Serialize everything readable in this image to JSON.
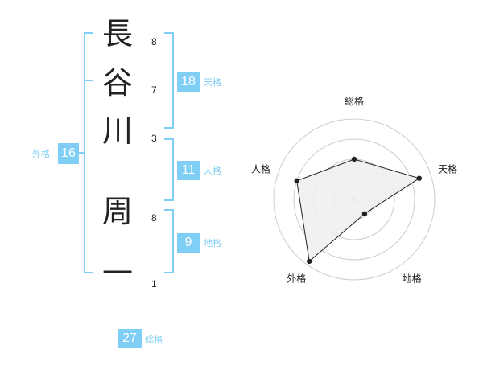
{
  "name": {
    "characters": [
      {
        "char": "長",
        "strokes": "8"
      },
      {
        "char": "谷",
        "strokes": "7"
      },
      {
        "char": "川",
        "strokes": "3"
      },
      {
        "char": "周",
        "strokes": "8"
      },
      {
        "char": "一",
        "strokes": "1"
      }
    ]
  },
  "fortune": {
    "tenkaku": {
      "label": "天格",
      "value": "18"
    },
    "jinkaku": {
      "label": "人格",
      "value": "11"
    },
    "chikaku": {
      "label": "地格",
      "value": "9"
    },
    "gaikaku": {
      "label": "外格",
      "value": "16"
    },
    "soukaku": {
      "label": "総格",
      "value": "27"
    }
  },
  "colors": {
    "accent": "#7ecef5",
    "text": "#222222",
    "grid": "#cccccc",
    "fill": "#efefef"
  },
  "chart_data": {
    "type": "radar",
    "axes": [
      "総格",
      "天格",
      "地格",
      "外格",
      "人格"
    ],
    "values": [
      0.5,
      0.85,
      0.22,
      0.95,
      0.75
    ],
    "max": 1,
    "rings": 4
  }
}
